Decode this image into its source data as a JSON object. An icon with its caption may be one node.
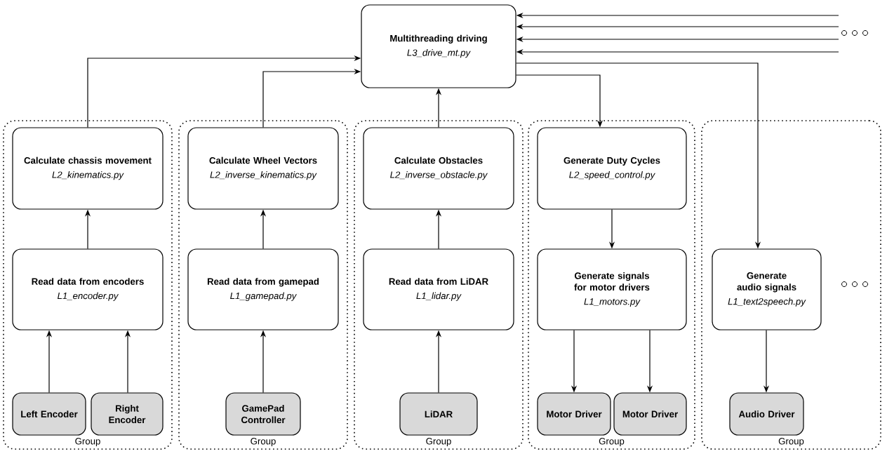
{
  "diagram": {
    "nodes": [
      {
        "text": [
          "Multithreading driving",
          "L3_drive_mt.py"
        ]
      },
      {
        "text": [
          "Group"
        ]
      },
      {
        "text": [
          "Calculate chassis movement",
          "L2_kinematics.py"
        ],
        "in": 1
      },
      {
        "text": [
          "Read data from encoders",
          "L1_encoder.py"
        ],
        "in": 1
      },
      {
        "text": [
          "Left Encoder"
        ],
        "in": 1
      },
      {
        "text": [
          "Right Encoder"
        ],
        "in": 1
      },
      {
        "text": [
          "Group"
        ]
      },
      {
        "text": [
          "Calculate Wheel Vectors",
          "L2_inverse_kinematics.py"
        ],
        "in": 6
      },
      {
        "text": [
          "Read data from gamepad",
          "L1_gamepad.py"
        ],
        "in": 6
      },
      {
        "text": [
          "GamePad Controller"
        ],
        "in": 6
      },
      {
        "text": [
          "Group"
        ]
      },
      {
        "text": [
          "Calculate Obstacles",
          "L2_inverse_obstacle.py"
        ],
        "in": 10
      },
      {
        "text": [
          "Read data from LiDAR",
          "L1_lidar.py"
        ],
        "in": 10
      },
      {
        "text": [
          "LiDAR"
        ],
        "in": 10
      },
      {
        "text": [
          "Group"
        ]
      },
      {
        "text": [
          "Generate Duty Cycles",
          "L2_speed_control.py"
        ],
        "in": 14
      },
      {
        "text": [
          "Generate signals for motor drivers",
          "L1_motors.py"
        ],
        "in": 14
      },
      {
        "text": [
          "Motor Driver"
        ],
        "in": 14
      },
      {
        "text": [
          "Motor Driver"
        ],
        "in": 14
      },
      {
        "text": [
          "Group"
        ]
      },
      {
        "text": [
          "Generate audio signals",
          "L1_text2speech.py"
        ],
        "in": 19
      },
      {
        "text": [
          "Audio Driver"
        ],
        "in": 19
      }
    ],
    "edges": [
      {
        "from": 2,
        "to": 0,
        "arrow": "to"
      },
      {
        "from": 7,
        "to": 0,
        "arrow": "to"
      },
      {
        "from": 11,
        "to": 0,
        "arrow": "to"
      },
      {
        "from": 0,
        "to": 15,
        "arrow": "to"
      },
      {
        "from": 0,
        "to": 20,
        "arrow": "to"
      },
      {
        "from": null,
        "to": 0,
        "arrow": "to"
      },
      {
        "from": null,
        "to": 0,
        "arrow": "to"
      },
      {
        "from": null,
        "to": 0,
        "arrow": "to"
      },
      {
        "from": null,
        "to": 0,
        "arrow": "to"
      },
      {
        "from": 3,
        "to": 2,
        "arrow": "to"
      },
      {
        "from": 4,
        "to": 3,
        "arrow": "to"
      },
      {
        "from": 5,
        "to": 3,
        "arrow": "to"
      },
      {
        "from": 8,
        "to": 7,
        "arrow": "to"
      },
      {
        "from": 9,
        "to": 8,
        "arrow": "to"
      },
      {
        "from": 12,
        "to": 11,
        "arrow": "to"
      },
      {
        "from": 13,
        "to": 12,
        "arrow": "to"
      },
      {
        "from": 15,
        "to": 16,
        "arrow": "to"
      },
      {
        "from": 16,
        "to": 17,
        "arrow": "to"
      },
      {
        "from": 16,
        "to": 18,
        "arrow": "to"
      },
      {
        "from": 20,
        "to": 21,
        "arrow": "to"
      }
    ]
  }
}
